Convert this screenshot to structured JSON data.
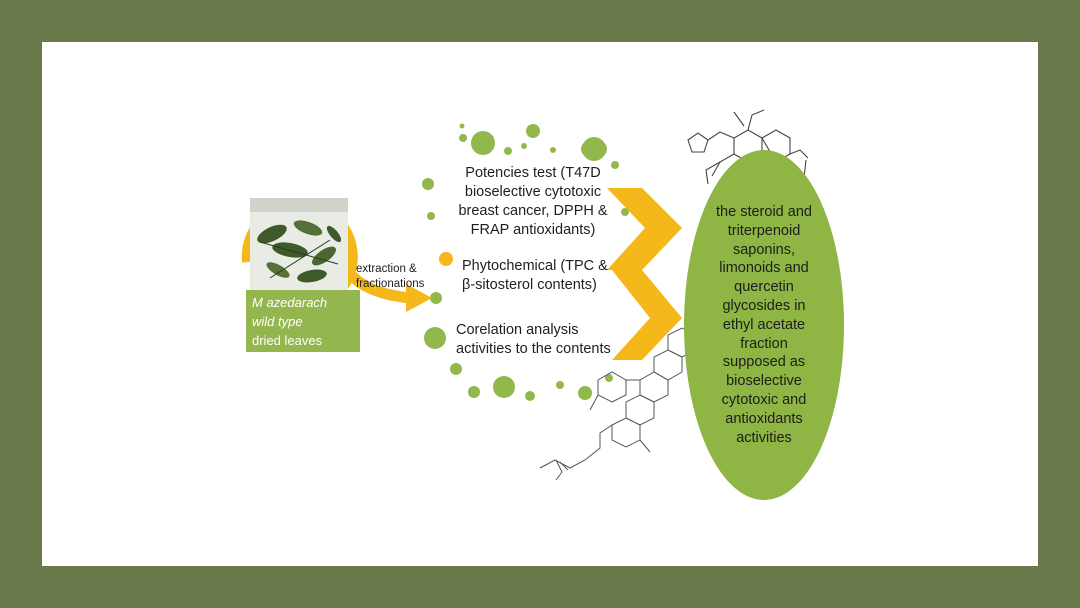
{
  "source": {
    "label_line1": "M azedarach",
    "label_line2": "wild type",
    "label_line3": "dried  leaves"
  },
  "process_arrow": {
    "label_line1": "extraction &",
    "label_line2": "fractionations"
  },
  "steps": [
    {
      "lines": [
        "Potencies test (T47D",
        "bioselective cytotoxic",
        "breast cancer, DPPH &",
        "FRAP antioxidants)"
      ]
    },
    {
      "lines": [
        "Phytochemical (TPC &",
        "β-sitosterol contents)"
      ]
    },
    {
      "lines": [
        "Corelation analysis",
        "activities to the contents"
      ]
    }
  ],
  "conclusion": {
    "lines": [
      "the steroid and",
      "triterpenoid",
      "saponins,",
      "limonoids and",
      "quercetin",
      "glycosides in",
      "ethyl acetate",
      "fraction",
      "supposed as",
      "bioselective",
      "cytotoxic and",
      "antioxidants",
      "activities"
    ]
  },
  "colors": {
    "background": "#6a7a4c",
    "panel": "#ffffff",
    "green": "#8fb544",
    "yellow": "#f5b81a"
  }
}
